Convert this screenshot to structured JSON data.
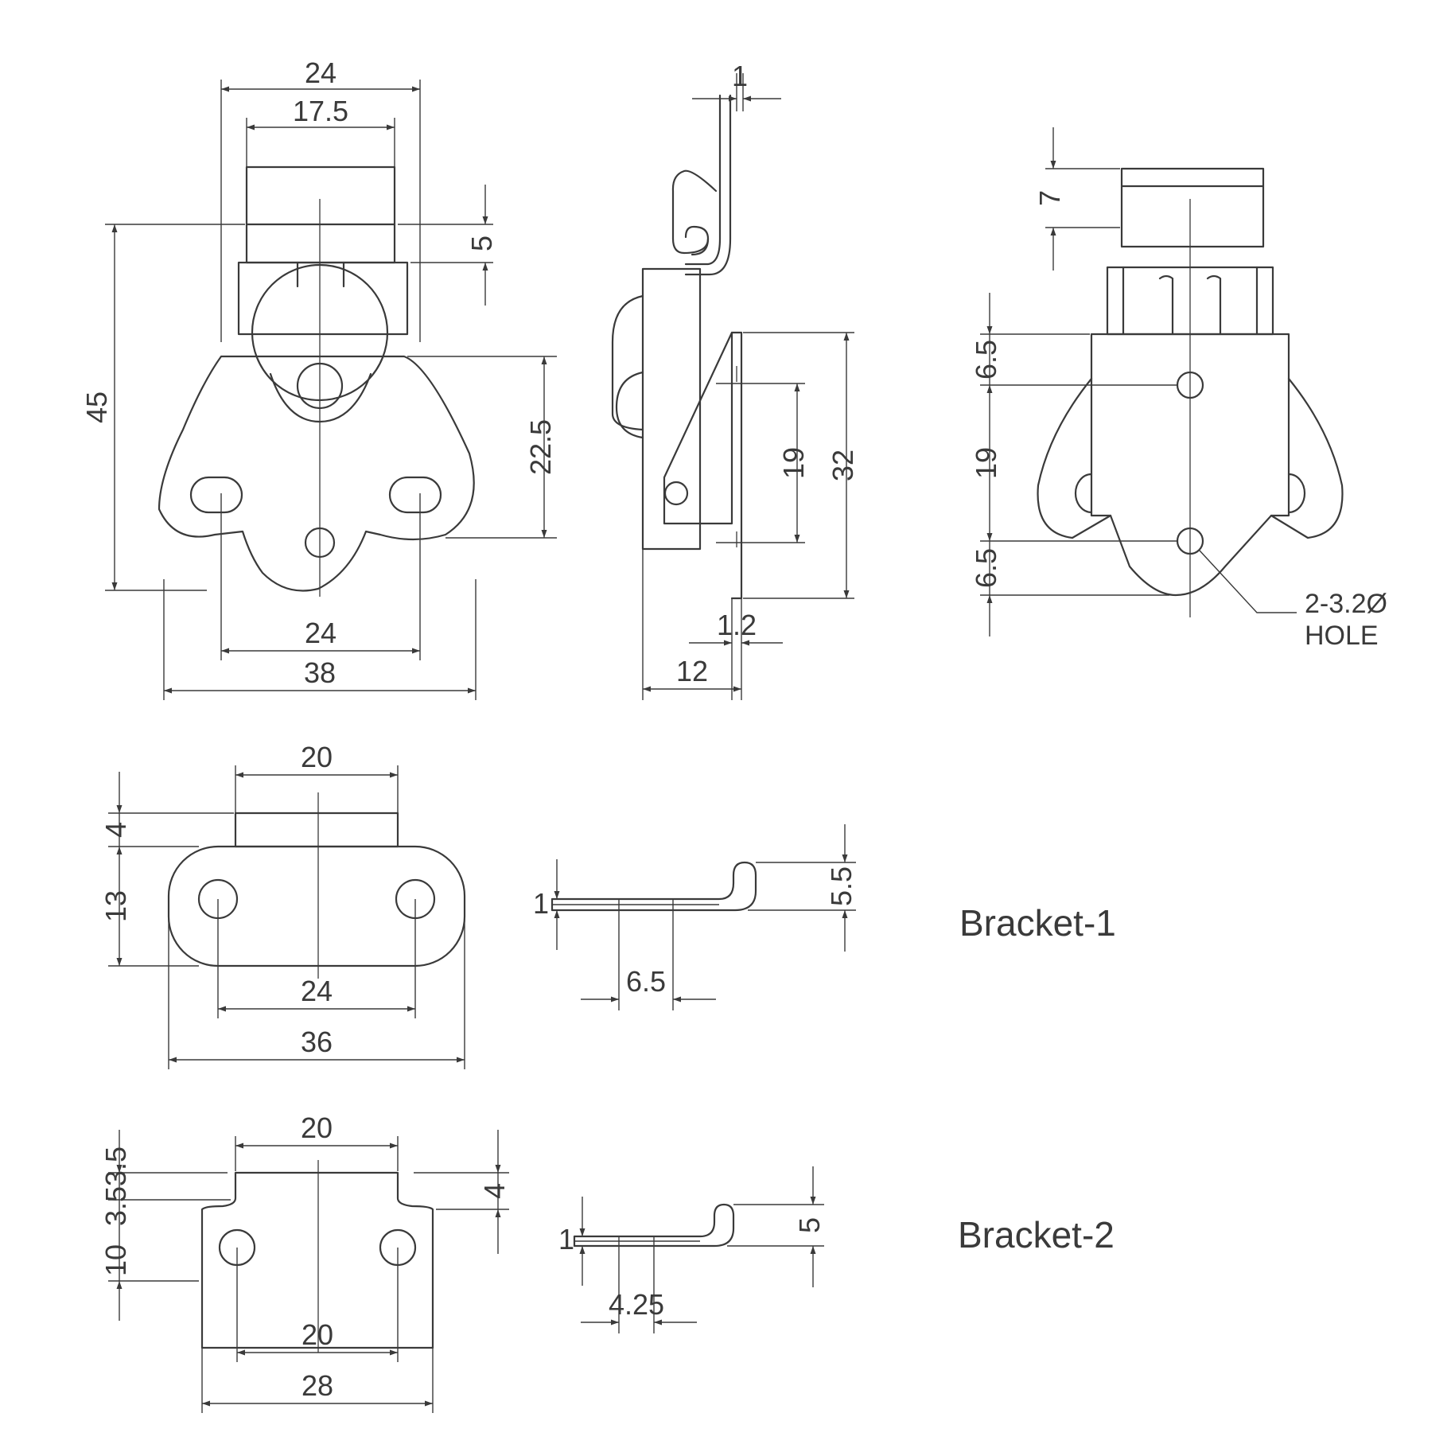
{
  "views": {
    "front": {
      "dims": {
        "top_width": "24",
        "inner_width": "17.5",
        "hook_height": "5",
        "overall_height": "45",
        "hole_height": "22.5",
        "hole_spacing": "24",
        "overall_width": "38"
      }
    },
    "side": {
      "dims": {
        "wire": "1",
        "hole_pitch": "19",
        "plate_height": "32",
        "plate_thickness": "1.2",
        "depth": "12"
      }
    },
    "rear": {
      "dims": {
        "top_height": "7",
        "offset_top": "6.5",
        "hole_pitch": "19",
        "offset_bottom": "6.5"
      },
      "note_line1": "2-3.2Ø",
      "note_line2": "HOLE"
    },
    "bracket1": {
      "label": "Bracket-1",
      "dims": {
        "tab_width": "20",
        "tab_height": "4",
        "body_height": "13",
        "hole_spacing": "24",
        "overall_width": "36",
        "thickness": "1",
        "hook_height": "5.5",
        "hook_offset": "6.5"
      }
    },
    "bracket2": {
      "label": "Bracket-2",
      "dims": {
        "tab_width": "20",
        "tab_h1": "3.5",
        "tab_h2": "3.5",
        "body_height": "10",
        "right_height": "4",
        "hole_spacing": "20",
        "overall_width": "28",
        "thickness": "1",
        "hook_height": "5",
        "hook_offset": "4.25"
      }
    }
  }
}
